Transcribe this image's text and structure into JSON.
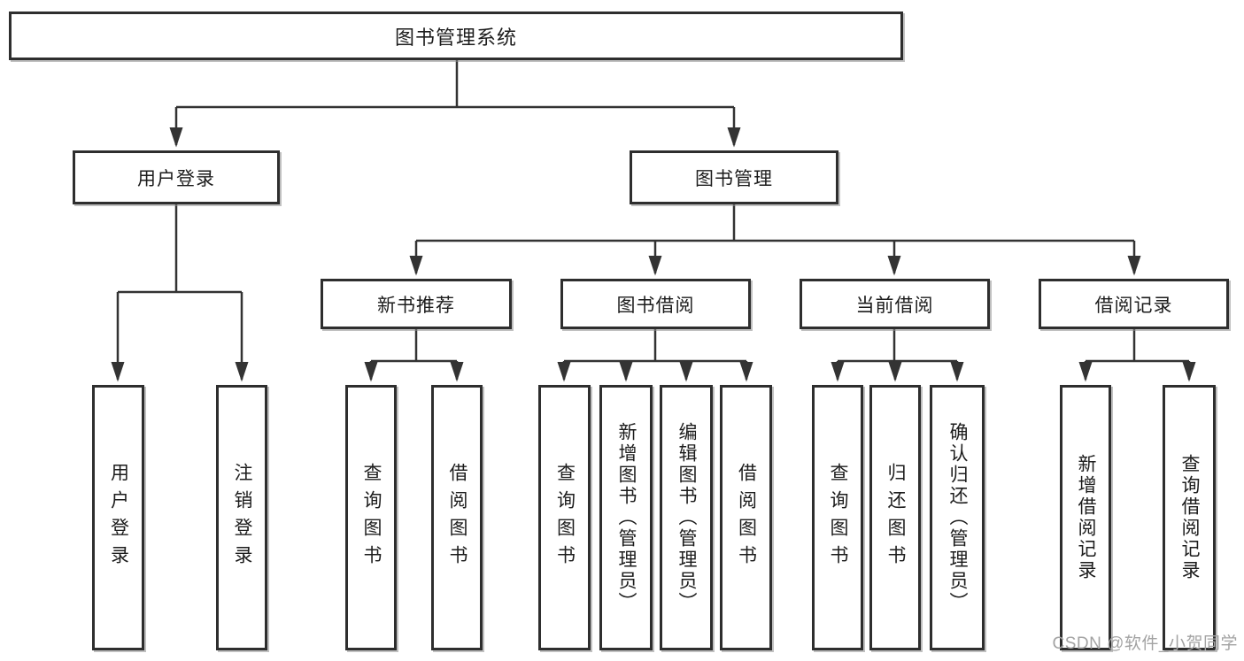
{
  "diagram": {
    "type": "hierarchy-tree",
    "root": "图书管理系统",
    "level2": {
      "user_login": "用户登录",
      "book_mgmt": "图书管理"
    },
    "login_children": [
      "用户登录",
      "注销登录"
    ],
    "modules": [
      "新书推荐",
      "图书借阅",
      "当前借阅",
      "借阅记录"
    ],
    "new_book_children": [
      "查询图书",
      "借阅图书"
    ],
    "borrow_children": [
      "查询图书",
      "新增图书（管理员）",
      "编辑图书（管理员）",
      "借阅图书"
    ],
    "current_children": [
      "查询图书",
      "归还图书",
      "确认归还（管理员）"
    ],
    "record_children": [
      "新增借阅记录",
      "查询借阅记录"
    ]
  },
  "watermark": "CSDN @软件_小贺同学",
  "colors": {
    "line": "#333333",
    "box_border": "#2e2e2e",
    "text": "#1c1c1c",
    "background": "#ffffff",
    "watermark": "#a3a3a3"
  }
}
